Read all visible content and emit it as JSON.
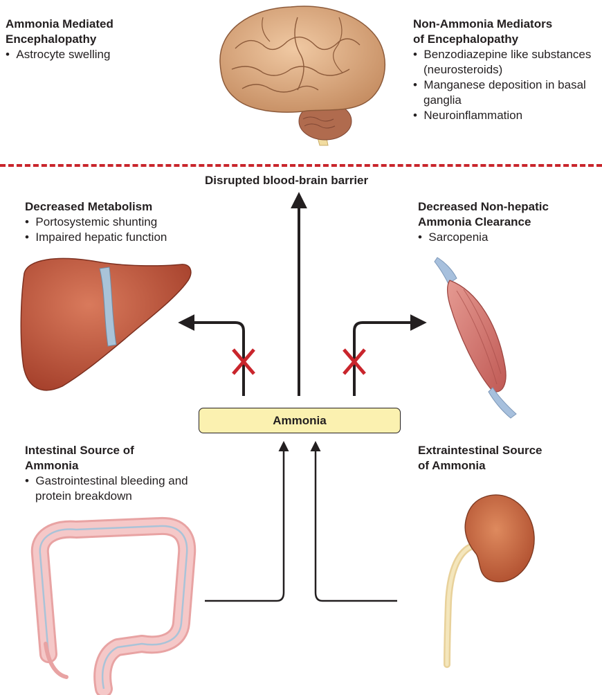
{
  "top_left": {
    "title_line1": "Ammonia Mediated",
    "title_line2": "Encephalopathy",
    "items": [
      "Astrocyte swelling"
    ]
  },
  "top_right": {
    "title_line1": "Non-Ammonia Mediators",
    "title_line2": "of Encephalopathy",
    "items": [
      "Benzodiazepine like substances (neurosteroids)",
      "Manganese deposition in basal ganglia",
      "Neuroinflammation"
    ]
  },
  "bbb_label": "Disrupted blood-brain barrier",
  "mid_left": {
    "title_line1": "Decreased Metabolism",
    "items": [
      "Portosystemic shunting",
      "Impaired hepatic function"
    ]
  },
  "mid_right": {
    "title_line1": "Decreased Non-hepatic",
    "title_line2": "Ammonia Clearance",
    "items": [
      "Sarcopenia"
    ]
  },
  "center_label": "Ammonia",
  "bottom_left": {
    "title_line1": "Intestinal Source of",
    "title_line2": "Ammonia",
    "items": [
      "Gastrointestinal bleeding and protein breakdown"
    ]
  },
  "bottom_right": {
    "title_line1": "Extraintestinal Source",
    "title_line2": "of Ammonia"
  },
  "colors": {
    "divider": "#c9252c",
    "x_mark": "#c9252c",
    "ammonia_box": "#fbf1b0",
    "liver": "#c0533a",
    "brain": "#d9a47a",
    "muscle": "#d97b74",
    "intestine": "#f2b8b8",
    "kidney": "#c8643f"
  },
  "icons": [
    "brain-illustration",
    "liver-illustration",
    "muscle-illustration",
    "colon-illustration",
    "kidney-illustration"
  ]
}
